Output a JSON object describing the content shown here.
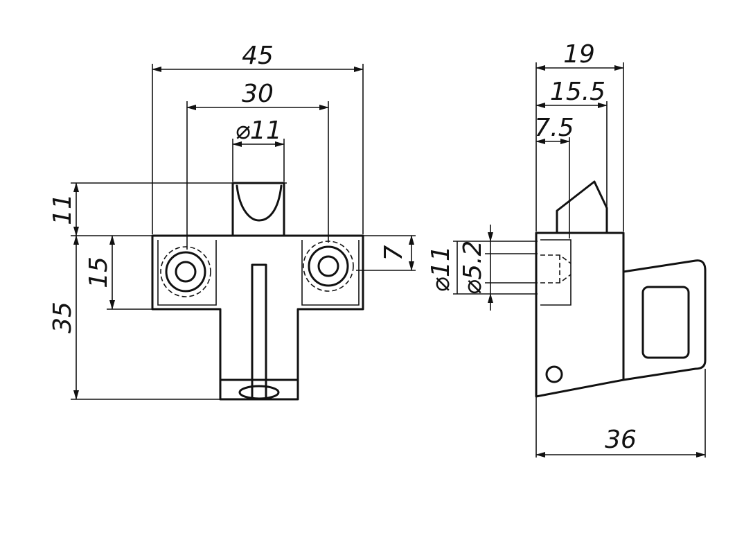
{
  "dimensions": {
    "front_width": "45",
    "front_hole_spacing": "30",
    "front_top_diameter": "⌀11",
    "front_top_height": "11",
    "front_hole_height": "15",
    "front_total_height": "35",
    "front_flange_height": "7",
    "side_width": "19",
    "side_width_inner": "15.5",
    "side_offset": "7.5",
    "side_outer_diameter": "⌀11",
    "side_inner_diameter": "⌀5.2",
    "side_total_width": "36"
  }
}
